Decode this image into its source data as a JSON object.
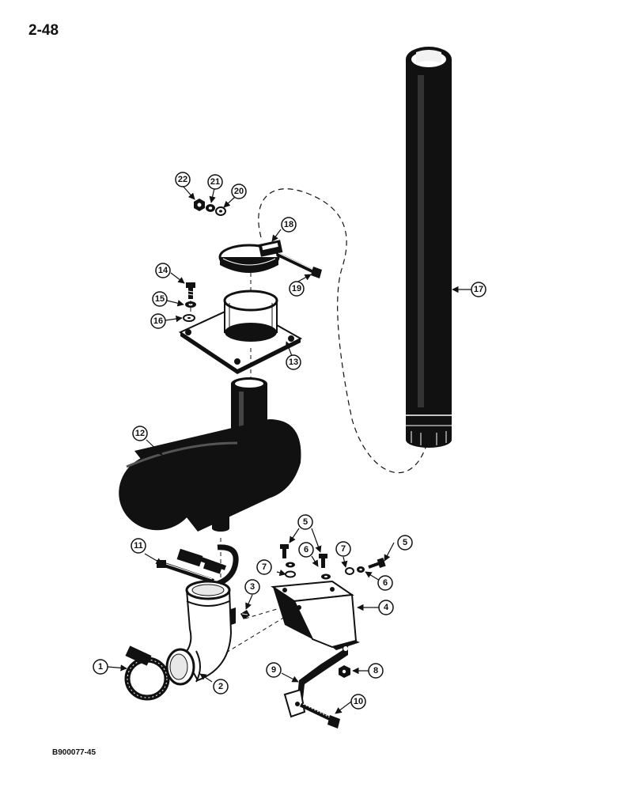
{
  "page": {
    "number": "2-48",
    "figure_code": "B900077-45"
  },
  "colors": {
    "ink": "#111111",
    "paper": "#ffffff",
    "highlight": "#e8e8e8"
  },
  "callouts": {
    "c1": "1",
    "c2": "2",
    "c3": "3",
    "c4": "4",
    "c5a": "5",
    "c5b": "5",
    "c6a": "6",
    "c6b": "6",
    "c7a": "7",
    "c7b": "7",
    "c8": "8",
    "c9": "9",
    "c10": "10",
    "c11": "11",
    "c12": "12",
    "c13": "13",
    "c14": "14",
    "c15": "15",
    "c16": "16",
    "c17": "17",
    "c18": "18",
    "c19": "19",
    "c20": "20",
    "c21": "21",
    "c22": "22"
  }
}
